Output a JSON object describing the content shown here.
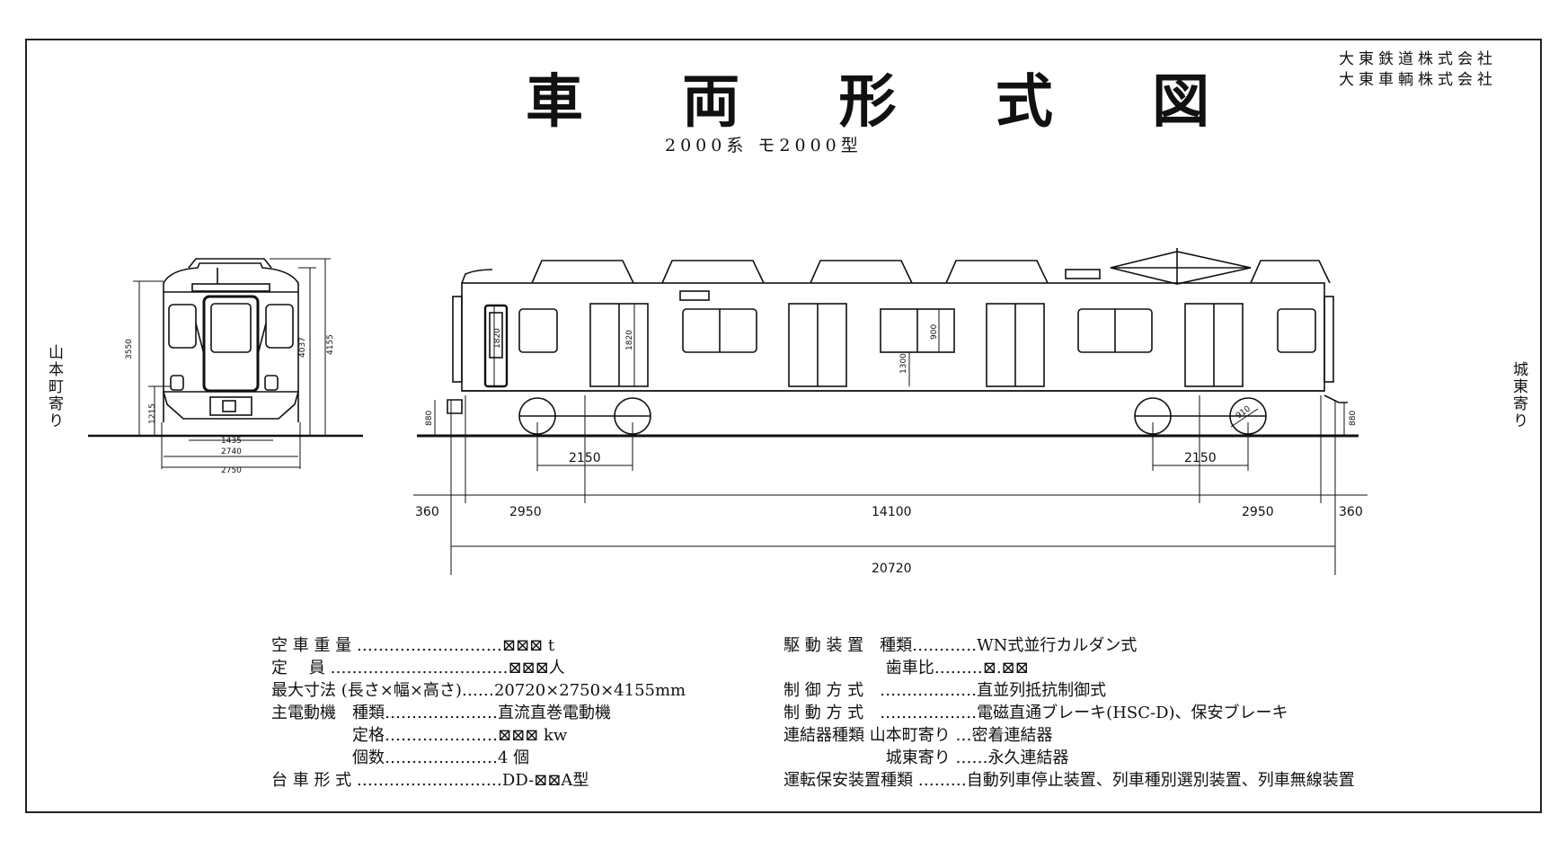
{
  "title": "車 両 形 式 図",
  "subtitle": "2000系 モ2000型",
  "company": [
    "大東鉄道株式会社",
    "大東車輌株式会社"
  ],
  "direction_left": "山本町寄り",
  "direction_right": "城東寄り",
  "front_view": {
    "height_roof": "3550",
    "height_body": "4037",
    "height_total": "4155",
    "height_floor": "1215",
    "gauge": "1435",
    "width_body": "2740",
    "width_max": "2750"
  },
  "side_view": {
    "bogie_wheelbase_1": "2150",
    "bogie_wheelbase_2": "2150",
    "overhang_left": "360",
    "end_to_bogie_left": "2950",
    "bogie_centers": "14100",
    "end_to_bogie_right": "2950",
    "overhang_right": "360",
    "length_total": "20720",
    "coupler_height_left": "880",
    "coupler_height_right": "880",
    "window_height": "900",
    "window_sill": "1300",
    "door_height_1": "1820",
    "door_height_2": "1820",
    "wheel_diameter": "910"
  },
  "specs_left": [
    {
      "label": "空 車 重 量 ………………………",
      "value": "⊠⊠⊠ t"
    },
    {
      "label": "定　 員 ……………………………",
      "value": "⊠⊠⊠人"
    },
    {
      "label": "最大寸法 (長さ×幅×高さ)……",
      "value": "20720×2750×4155mm"
    },
    {
      "label": "主電動機　種類…………………",
      "value": "直流直巻電動機"
    },
    {
      "label": "　　　　　定格…………………",
      "value": "⊠⊠⊠ kw"
    },
    {
      "label": "　　　　　個数…………………",
      "value": "4 個"
    },
    {
      "label": "台 車 形 式 ………………………",
      "value": "DD-⊠⊠A型"
    }
  ],
  "specs_right": [
    {
      "label": "駆 動 装 置　種類…………",
      "value": "WN式並行カルダン式"
    },
    {
      "label": "　　　　　　 歯車比………",
      "value": "⊠.⊠⊠"
    },
    {
      "label": "制 御 方 式　………………",
      "value": "直並列抵抗制御式"
    },
    {
      "label": "制 動 方 式　………………",
      "value": "電磁直通ブレーキ(HSC-D)、保安ブレーキ"
    },
    {
      "label": "連結器種類 山本町寄り …",
      "value": "密着連結器"
    },
    {
      "label": "　　　　　　 城東寄り ……",
      "value": "永久連結器"
    },
    {
      "label": "運転保安装置種類 ………",
      "value": "自動列車停止装置、列車種別選別装置、列車無線装置"
    }
  ]
}
